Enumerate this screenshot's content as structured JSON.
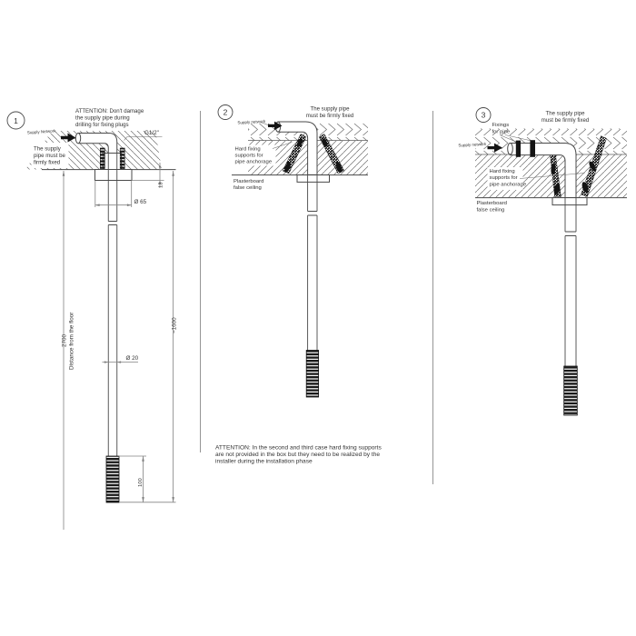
{
  "colors": {
    "line": "#4a4a4a",
    "dimension": "#828282",
    "text": "#333333",
    "solid_black": "#141414",
    "background": "#ffffff"
  },
  "p1": {
    "num": "1",
    "attention": [
      "ATTENTION: Don't damage",
      "the supply pipe during",
      "drilling for fixing plugs"
    ],
    "supply": "Supply Network",
    "fixed": [
      "The supply",
      "pipe must be",
      "firmly fixed"
    ],
    "g12": "G1/2\"",
    "d13": "13",
    "d65": "Ø 65",
    "d20": "Ø 20",
    "d2700": "2700",
    "dist": "Distance from the floor",
    "d1600": "~1600",
    "d100": "100"
  },
  "p2": {
    "num": "2",
    "supply": "Supply network",
    "fixed": [
      "The supply pipe",
      "must be firmly fixed"
    ],
    "hard": [
      "Hard fixing",
      "supports for",
      "pipe anchorage"
    ],
    "plaster": [
      "Plasterboard",
      "false ceiling"
    ]
  },
  "p3": {
    "num": "3",
    "fix": [
      "Fixings",
      "for pipe"
    ],
    "supply": "Supply network",
    "fixed": [
      "The supply pipe",
      "must be firmly fixed"
    ],
    "hard": [
      "Hard fixing",
      "supports for",
      "pipe anchorage"
    ],
    "plaster": [
      "Plasterboard",
      "false ceiling"
    ]
  },
  "note": [
    "ATTENTION: In the second and third case hard fixing supports",
    "are not provided in the box but they need to be realized by the",
    "installer during the installation phase"
  ]
}
